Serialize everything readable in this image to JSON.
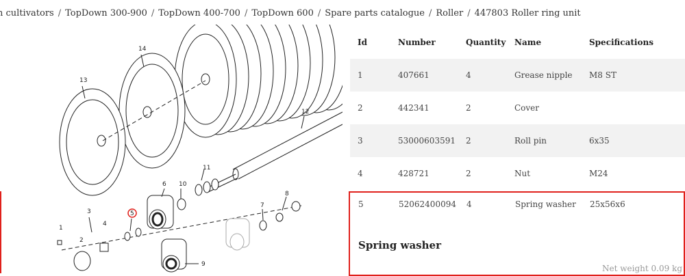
{
  "breadcrumb": {
    "items": [
      "n cultivators",
      "TopDown 300-900",
      "TopDown 400-700",
      "TopDown 600",
      "Spare parts catalogue",
      "Roller",
      "447803 Roller ring unit"
    ],
    "separator": "/"
  },
  "diagram": {
    "callouts": [
      "1",
      "2",
      "3",
      "4",
      "5",
      "6",
      "7",
      "8",
      "9",
      "10",
      "11",
      "12",
      "13",
      "14"
    ],
    "highlighted_callout": "5",
    "highlight_color": "#e0201b"
  },
  "table": {
    "headers": [
      "Id",
      "Number",
      "Quantity",
      "Name",
      "Specifications"
    ],
    "rows": [
      {
        "id": "1",
        "number": "407661",
        "quantity": "4",
        "name": "Grease nipple",
        "spec": "M8 ST"
      },
      {
        "id": "2",
        "number": "442341",
        "quantity": "2",
        "name": "Cover",
        "spec": ""
      },
      {
        "id": "3",
        "number": "53000603591",
        "quantity": "2",
        "name": "Roll pin",
        "spec": "6x35"
      },
      {
        "id": "4",
        "number": "428721",
        "quantity": "2",
        "name": "Nut",
        "spec": "M24"
      }
    ],
    "selected": {
      "id": "5",
      "number": "52062400094",
      "quantity": "4",
      "name": "Spring washer",
      "spec": "25x56x6",
      "title": "Spring washer",
      "weight": "Net weight 0.09 kg"
    }
  },
  "colors": {
    "highlight": "#e0201b",
    "row_alt": "#f2f2f2"
  }
}
